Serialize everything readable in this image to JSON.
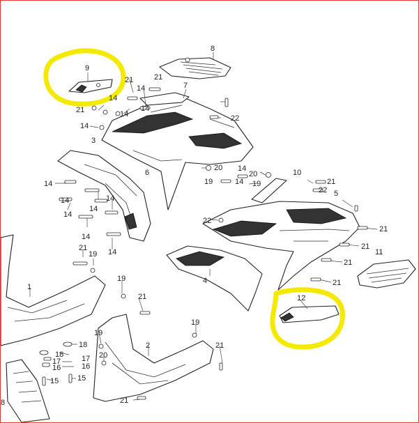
{
  "colors": {
    "highlight": "#f4ea00",
    "frame": "#e53935",
    "line": "#222222"
  },
  "callouts": [
    {
      "text": "9"
    },
    {
      "text": "8"
    },
    {
      "text": "21"
    },
    {
      "text": "14"
    },
    {
      "text": "7"
    },
    {
      "text": "14"
    },
    {
      "text": "21"
    },
    {
      "text": "14"
    },
    {
      "text": "21"
    },
    {
      "text": "14"
    },
    {
      "text": "22"
    },
    {
      "text": "14"
    },
    {
      "text": "3"
    },
    {
      "text": "6"
    },
    {
      "text": "14"
    },
    {
      "text": "14"
    },
    {
      "text": "14"
    },
    {
      "text": "14"
    },
    {
      "text": "14"
    },
    {
      "text": "14"
    },
    {
      "text": "14"
    },
    {
      "text": "21"
    },
    {
      "text": "19"
    },
    {
      "text": "20"
    },
    {
      "text": "14"
    },
    {
      "text": "19"
    },
    {
      "text": "14"
    },
    {
      "text": "20"
    },
    {
      "text": "10"
    },
    {
      "text": "19"
    },
    {
      "text": "21"
    },
    {
      "text": "22"
    },
    {
      "text": "5"
    },
    {
      "text": "22"
    },
    {
      "text": "21"
    },
    {
      "text": "21"
    },
    {
      "text": "11"
    },
    {
      "text": "21"
    },
    {
      "text": "4"
    },
    {
      "text": "21"
    },
    {
      "text": "12"
    },
    {
      "text": "1"
    },
    {
      "text": "19"
    },
    {
      "text": "21"
    },
    {
      "text": "19"
    },
    {
      "text": "19"
    },
    {
      "text": "18"
    },
    {
      "text": "18"
    },
    {
      "text": "17"
    },
    {
      "text": "17"
    },
    {
      "text": "16"
    },
    {
      "text": "16"
    },
    {
      "text": "20"
    },
    {
      "text": "2"
    },
    {
      "text": "21"
    },
    {
      "text": "15"
    },
    {
      "text": "15"
    },
    {
      "text": "21"
    },
    {
      "text": "8"
    }
  ]
}
